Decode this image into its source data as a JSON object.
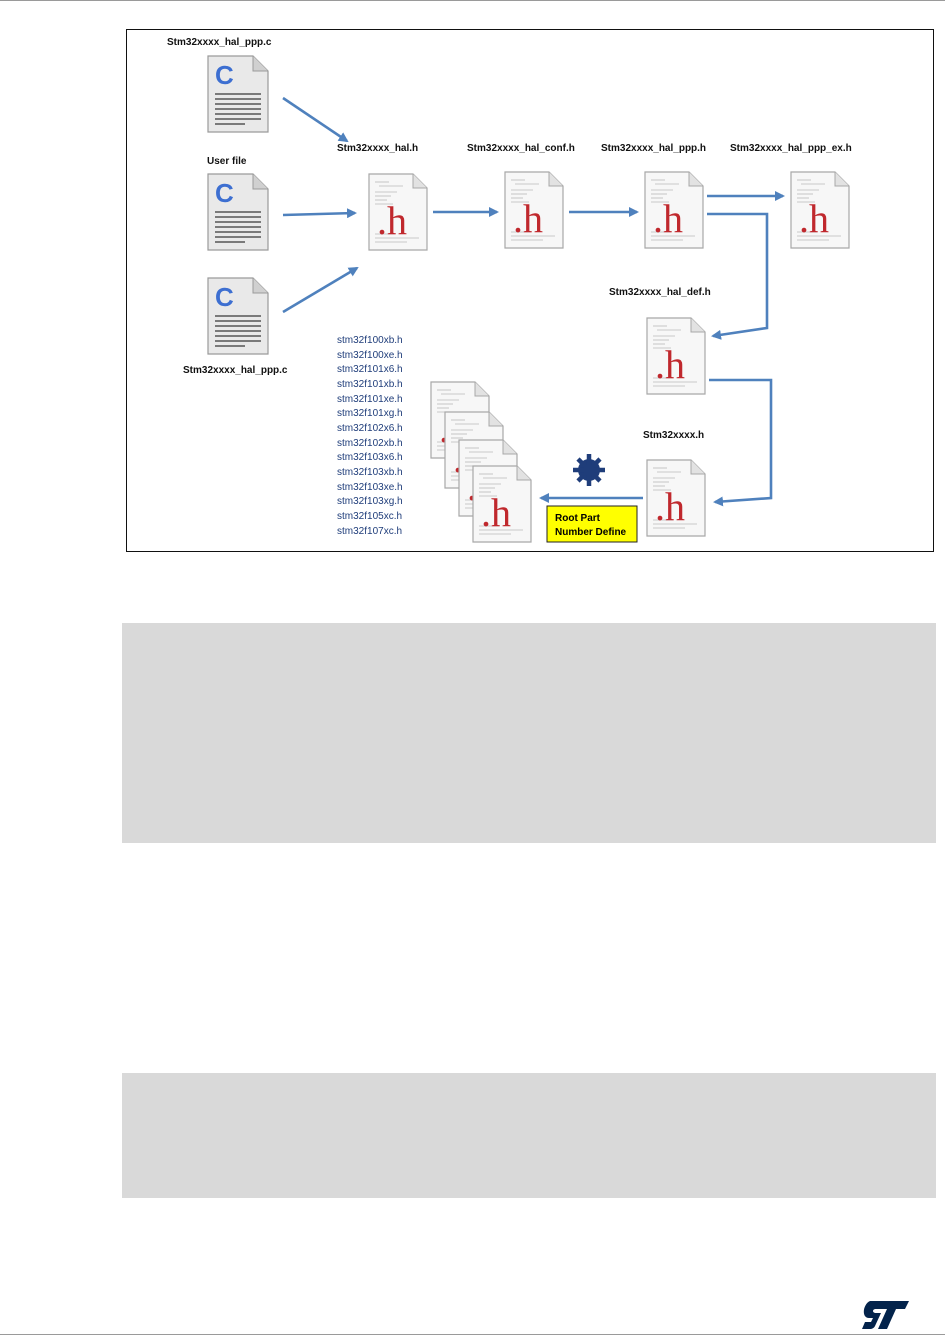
{
  "figure": {
    "src_top": "Stm32xxxx_hal_ppp.c",
    "src_middle": "User file",
    "src_bottom": "Stm32xxxx_hal_ppp.c",
    "hal_h": "Stm32xxxx_hal.h",
    "hal_conf_h": "Stm32xxxx_hal_conf.h",
    "hal_ppp_h": "Stm32xxxx_hal_ppp.h",
    "hal_ppp_ex_h": "Stm32xxxx_hal_ppp_ex.h",
    "hal_def_h": "Stm32xxxx_hal_def.h",
    "stm32xxxx_h": "Stm32xxxx.h",
    "part_list": [
      "stm32f100xb.h",
      "stm32f100xe.h",
      "stm32f101x6.h",
      "stm32f101xb.h",
      "stm32f101xe.h",
      "stm32f101xg.h",
      "stm32f102x6.h",
      "stm32f102xb.h",
      "stm32f103x6.h",
      "stm32f103xb.h",
      "stm32f103xe.h",
      "stm32f103xg.h",
      "stm32f105xc.h",
      "stm32f107xc.h"
    ],
    "root_label_line1": "Root Part",
    "root_label_line2": "Number Define",
    "c_glyph": "C",
    "h_glyph": ".h"
  },
  "code_block_1": "",
  "code_block_2": "",
  "colors": {
    "arrow": "#4f81bd",
    "h_letter": "#c0282d",
    "c_letter": "#3d6fd1",
    "root_box": "#ffff00",
    "code_bg": "#d9d9d9",
    "logo": "#03234b"
  }
}
